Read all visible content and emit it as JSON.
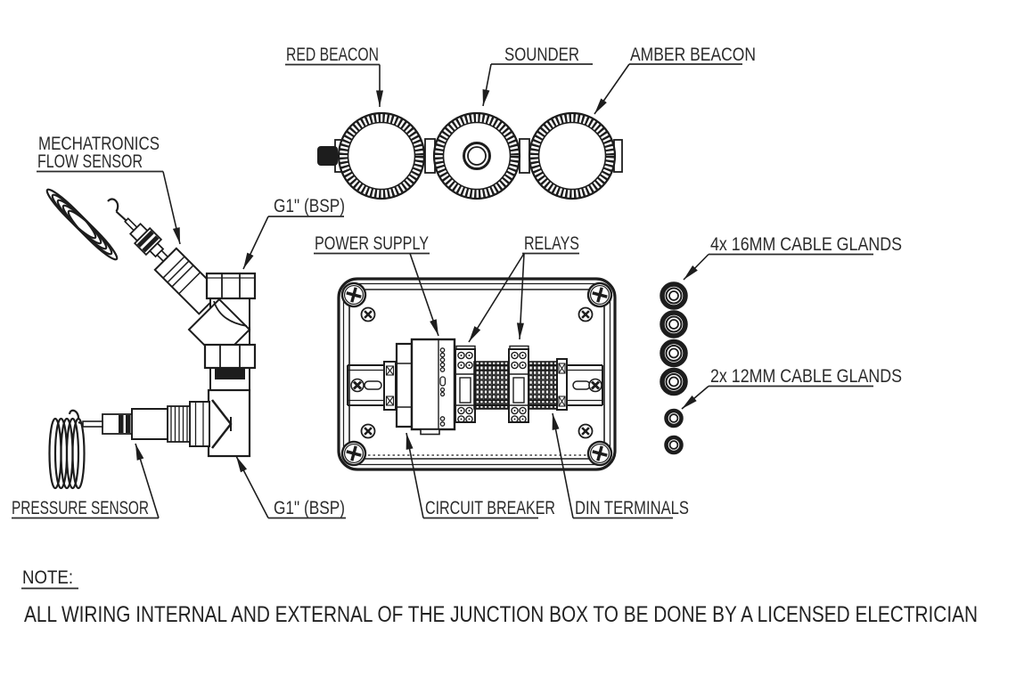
{
  "callouts": {
    "red_beacon": "RED BEACON",
    "sounder": "SOUNDER",
    "amber_beacon": "AMBER BEACON",
    "mechatronics_line1": "MECHATRONICS",
    "mechatronics_line2": "FLOW SENSOR",
    "g1_bsp_flow": "G1\" (BSP)",
    "g1_bsp_tee": "G1\" (BSP)",
    "pressure_sensor": "PRESSURE SENSOR",
    "power_supply": "POWER SUPPLY",
    "relays": "RELAYS",
    "circuit_breaker": "CIRCUIT BREAKER",
    "din_terminals": "DIN TERMINALS",
    "cable_glands_16mm": "4x 16MM CABLE GLANDS",
    "cable_glands_12mm": "2x 12MM CABLE GLANDS"
  },
  "note": {
    "heading": "NOTE:",
    "body": "ALL WIRING INTERNAL AND EXTERNAL OF THE JUNCTION BOX TO BE DONE BY A LICENSED ELECTRICIAN"
  },
  "colors": {
    "ink": "#1d1d1d",
    "background": "#ffffff"
  }
}
